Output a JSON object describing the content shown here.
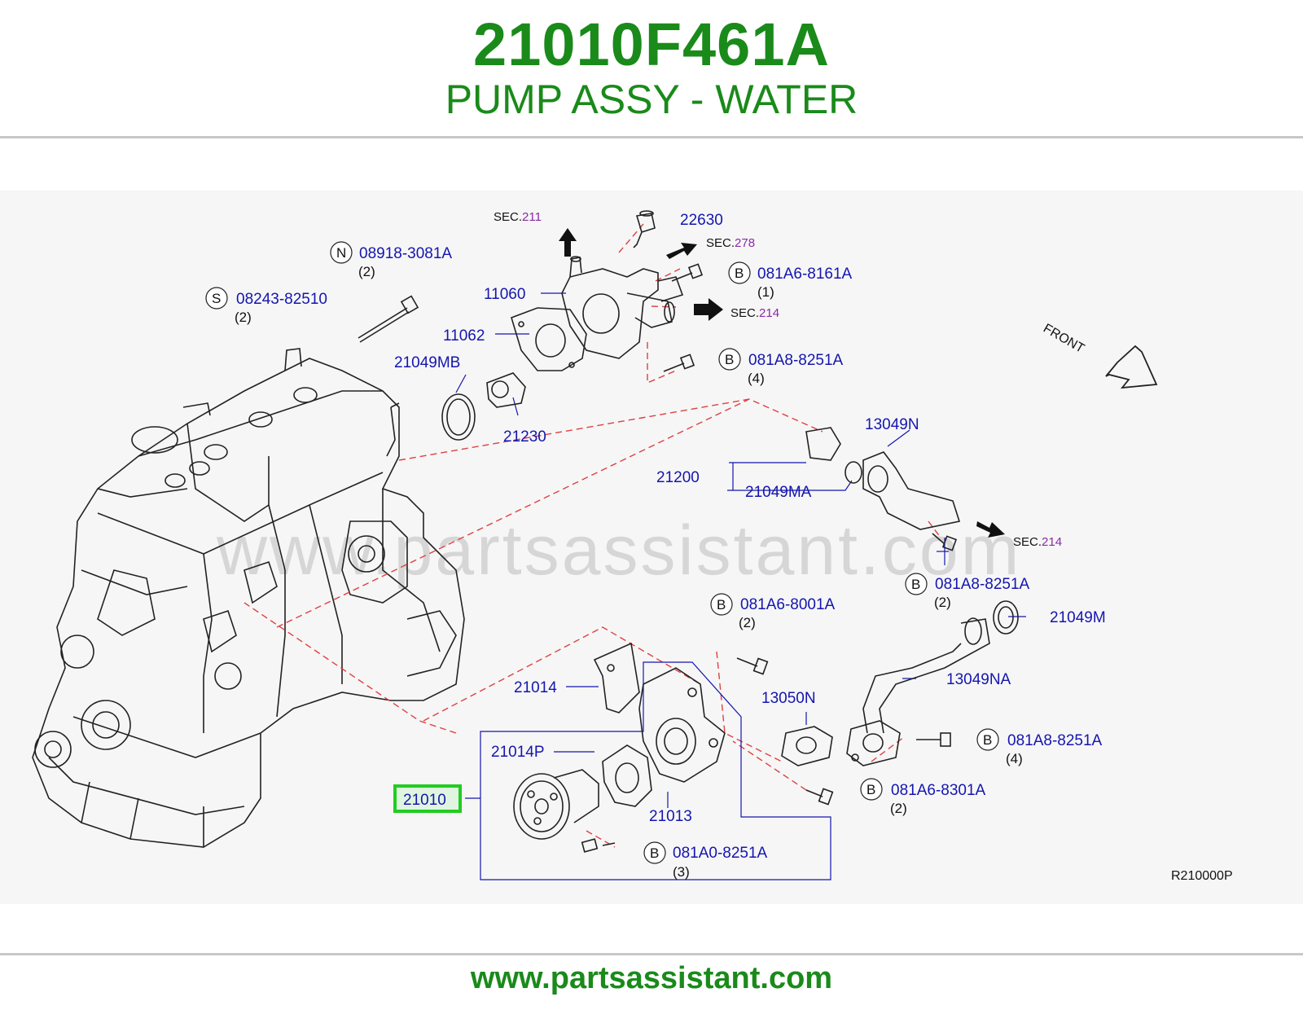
{
  "header": {
    "part_number": "21010F461A",
    "description": "PUMP ASSY - WATER"
  },
  "diagram": {
    "watermark": "www.partsassistant.com",
    "diagram_code": "R210000P",
    "front_label": "FRONT",
    "section_refs": [
      {
        "prefix": "SEC.",
        "number": "211"
      },
      {
        "prefix": "SEC.",
        "number": "278"
      },
      {
        "prefix": "SEC.",
        "number": "214"
      },
      {
        "prefix": "SEC.",
        "number": "214"
      }
    ],
    "parts": [
      {
        "label": "22630"
      },
      {
        "label": "11060"
      },
      {
        "label": "11062"
      },
      {
        "label": "21049MB"
      },
      {
        "label": "21230"
      },
      {
        "label": "13049N"
      },
      {
        "label": "21200"
      },
      {
        "label": "21049MA"
      },
      {
        "label": "21049M"
      },
      {
        "label": "13049NA"
      },
      {
        "label": "21014"
      },
      {
        "label": "13050N"
      },
      {
        "label": "21014P"
      },
      {
        "label": "21013"
      },
      {
        "label": "21010",
        "highlighted": true
      }
    ],
    "fasteners": [
      {
        "letter": "N",
        "number": "08918-3081A",
        "qty": "(2)"
      },
      {
        "letter": "S",
        "number": "08243-82510",
        "qty": "(2)"
      },
      {
        "letter": "B",
        "number": "081A6-8161A",
        "qty": "(1)"
      },
      {
        "letter": "B",
        "number": "081A8-8251A",
        "qty": "(4)"
      },
      {
        "letter": "B",
        "number": "081A8-8251A",
        "qty": "(2)"
      },
      {
        "letter": "B",
        "number": "081A6-8001A",
        "qty": "(2)"
      },
      {
        "letter": "B",
        "number": "081A8-8251A",
        "qty": "(4)"
      },
      {
        "letter": "B",
        "number": "081A6-8301A",
        "qty": "(2)"
      },
      {
        "letter": "B",
        "number": "081A0-8251A",
        "qty": "(3)"
      }
    ]
  },
  "footer": {
    "url": "www.partsassistant.com"
  },
  "colors": {
    "brand_green": "#1a8a1a",
    "label_blue": "#1515b0",
    "section_purple": "#8a2aa8",
    "leader_red": "#e04040",
    "highlight_green": "#22cc22",
    "highlight_fill": "#dff5df"
  }
}
